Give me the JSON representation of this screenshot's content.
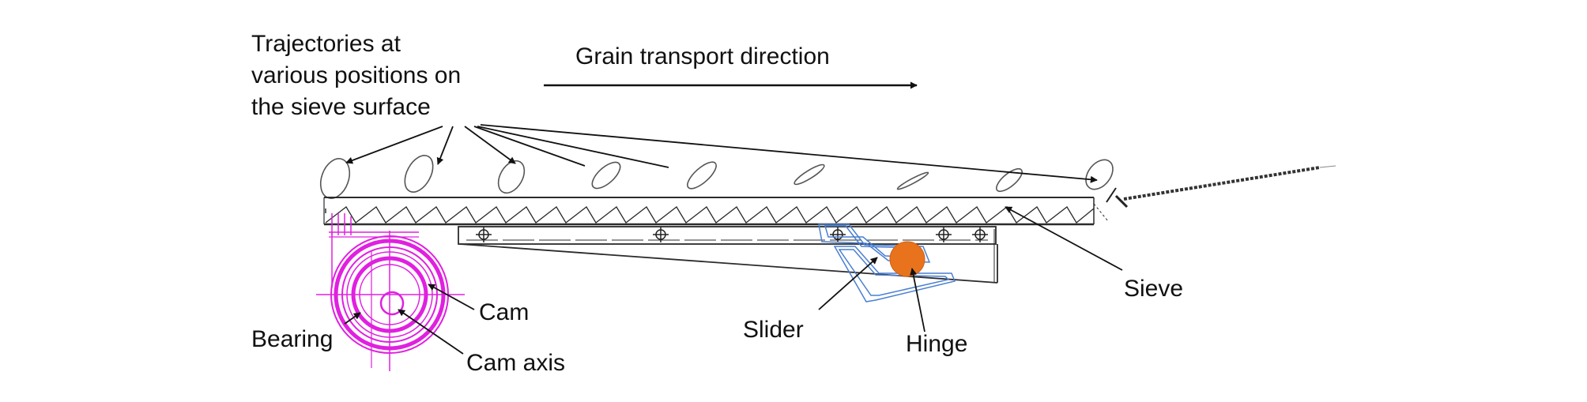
{
  "labels": {
    "trajectories_line1": "Trajectories at",
    "trajectories_line2": "various positions on",
    "trajectories_line3": "the sieve surface",
    "grain_direction": "Grain transport direction",
    "sieve": "Sieve",
    "cam": "Cam",
    "bearing": "Bearing",
    "cam_axis": "Cam axis",
    "slider": "Slider",
    "hinge": "Hinge"
  },
  "colors": {
    "line": "#2b2b2b",
    "cam": "#e020e0",
    "slider": "#4a7fd0",
    "hinge": "#e8731c"
  }
}
